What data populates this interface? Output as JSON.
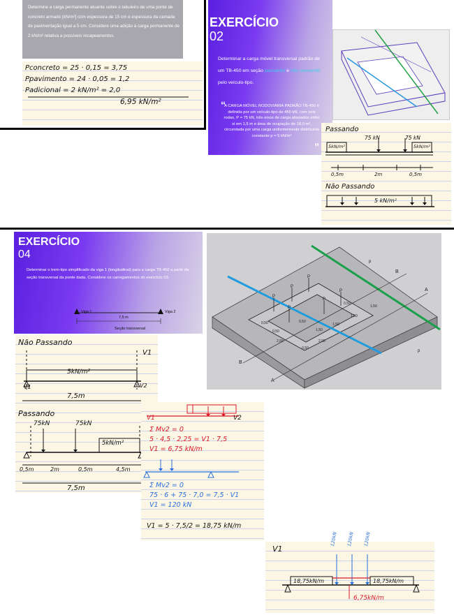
{
  "ex1": {
    "statement": "Determine a carga permanente atuante sobre o tabuleiro de uma ponte de concreto armado [kN/m²] com espessura de 15 cm e espessura da camada de pavimentação igual a 5 cm. Considere uma adição à carga permanente de 2 kN/m² relativa a possíveis recapeamentos.",
    "line1": "Pconcreto  =  25 · 0,15  =   3,75",
    "line2": "Ppavimento  =  24 · 0,05  =  1,2",
    "line3": "Padicional  =    2 kN/m²     =  2,0",
    "total": "6,95 kN/m²"
  },
  "ex2": {
    "title": "EXERCÍCIO",
    "number": "02",
    "statement_pre": "Determinar a carga móvel transversal padrão de um TB-450 em seção",
    "statement_hl1": "passando",
    "statement_mid": "e",
    "statement_hl2": "não passando",
    "statement_post": "pelo veículo-tipo.",
    "quote_open": "“",
    "quote_close": "”",
    "quote": "A CARGA MÓVEL RODOVIÁRIA PADRÃO TB-450 é definida por um veículo-tipo de 450 kN, com seis rodas, P = 75 kN, três eixos de carga afastados entre si em 1,5 m e área de ocupação de 18,0 m², circundada por uma carga uniformemente distribuída constante p = 5 kN/m²",
    "notes": {
      "passando": "Passando",
      "p1": "75 kN",
      "p2": "75 kN",
      "q_left": "5kN/m²",
      "q_right": "5kN/m²",
      "d1": "0,5m",
      "d2": "2m",
      "d3": "0,5m",
      "nao_passando": "Não Passando",
      "q_full": "5 kN/m²"
    }
  },
  "ex4": {
    "title": "EXERCÍCIO",
    "number": "04",
    "statement": "Determinar o trem-tipo simplificado da viga 1 (longitudinal) para a carga TB-450 a partir da seção transversal da ponte dada. Considere os carregamentos do exercício 03.",
    "viga1": "Viga 1",
    "viga2": "Viga 2",
    "span": "7,5 m",
    "section_label": "Seção transversal"
  },
  "bridge": {
    "labels": [
      "A",
      "B",
      "A",
      "B",
      "P",
      "P",
      "P",
      "P",
      "P",
      "P",
      "p",
      "p",
      "0,50",
      "1,50",
      "1,50",
      "1,50",
      "0,50",
      "0,50",
      "2,00",
      "2,00",
      "0,50",
      "0,50",
      "1,50"
    ]
  },
  "notes_left": {
    "nao_passando": "Não Passando",
    "v1_top": "V1",
    "q": "5kN/m²",
    "v1": "V1",
    "v2": "V2",
    "span": "7,5m",
    "passando": "Passando",
    "p1": "75kN",
    "p2": "75kN",
    "q2": "5kN/m²",
    "d1": "0,5m",
    "d2": "2m",
    "d3": "0,5m",
    "d4": "4,5m",
    "span2": "7,5m"
  },
  "calc": {
    "v1": "V1",
    "v2": "V2",
    "red1": "Σ Mv2 = 0",
    "red2": "5 · 4,5 · 2,25  =  V1 · 7,5",
    "red3": "V1 = 6,75 kN/m",
    "blue1": "Σ Mv2 = 0",
    "blue2": "75 · 6 + 75 · 7,0 = 7,5 · V1",
    "blue3": "V1 = 120 kN",
    "black": "V1 = 5 · 7,5/2  =  18,75 kN/m"
  },
  "result": {
    "v1": "V1",
    "p1": "120kN",
    "p2": "120kN",
    "p3": "120kN",
    "left": "18,75kN/m",
    "right": "18,75kN/m",
    "red": "6,75kN/m"
  }
}
